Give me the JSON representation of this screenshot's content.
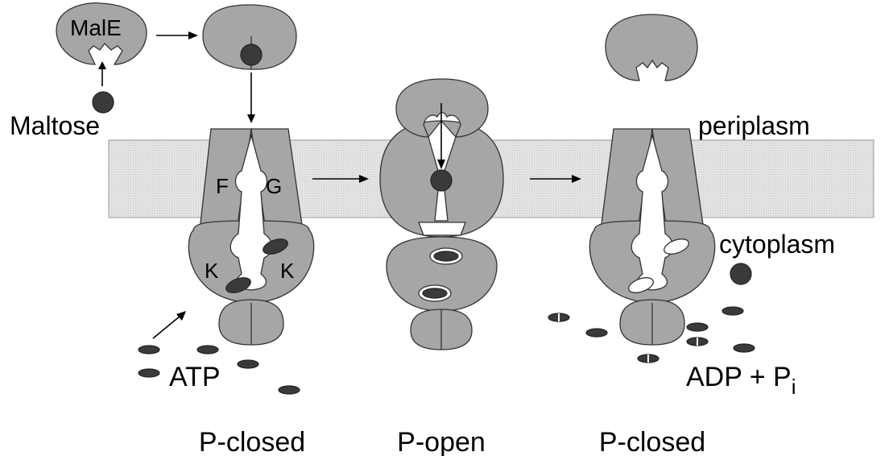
{
  "labels": {
    "male": "MalE",
    "maltose": "Maltose",
    "periplasm": "periplasm",
    "cytoplasm": "cytoplasm",
    "atp": "ATP",
    "adp": "ADP + P",
    "adp_sub": "i",
    "subunit_f": "F",
    "subunit_g": "G",
    "subunit_k_left": "K",
    "subunit_k_right": "K"
  },
  "states": [
    "P-closed",
    "P-open",
    "P-closed"
  ],
  "colors": {
    "protein": "#a6a6a6",
    "membrane": "#dcdcdc",
    "ligand": "#3a3a3a"
  }
}
